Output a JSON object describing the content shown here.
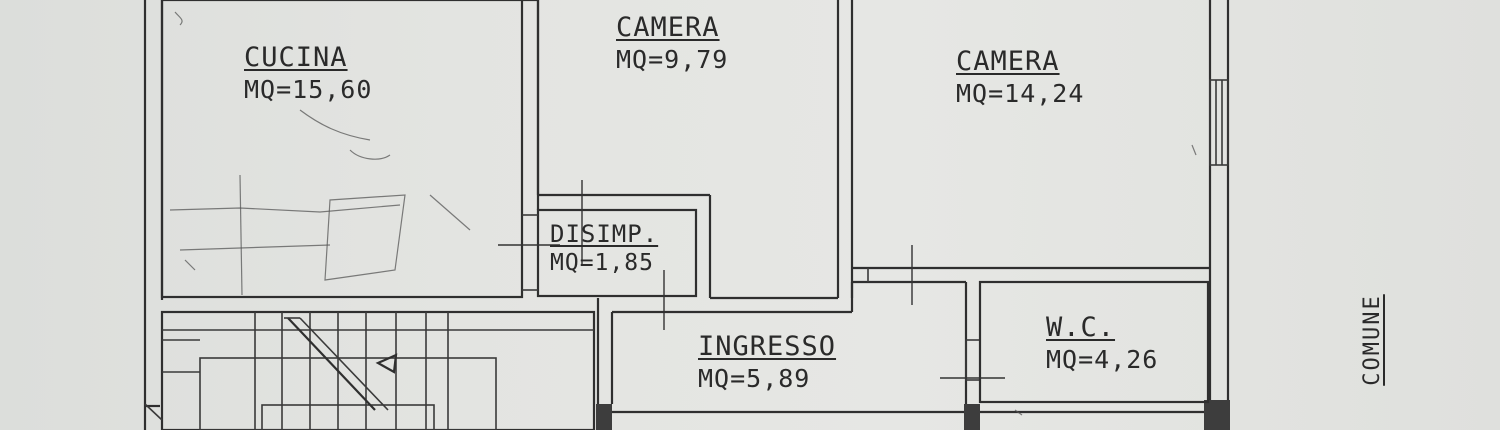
{
  "rooms": {
    "cucina": {
      "name": "CUCINA",
      "area": "MQ=15,60"
    },
    "camera_1": {
      "name": "CAMERA",
      "area": "MQ=9,79"
    },
    "camera_2": {
      "name": "CAMERA",
      "area": "MQ=14,24"
    },
    "disimpegno": {
      "name": "DISIMP.",
      "area": "MQ=1,85"
    },
    "ingresso": {
      "name": "INGRESSO",
      "area": "MQ=5,89"
    },
    "wc": {
      "name": "W.C.",
      "area": "MQ=4,26"
    }
  },
  "side_label": "COMUNE",
  "colors": {
    "paper": "#e3e4e1",
    "ink": "#2f2f2f"
  }
}
